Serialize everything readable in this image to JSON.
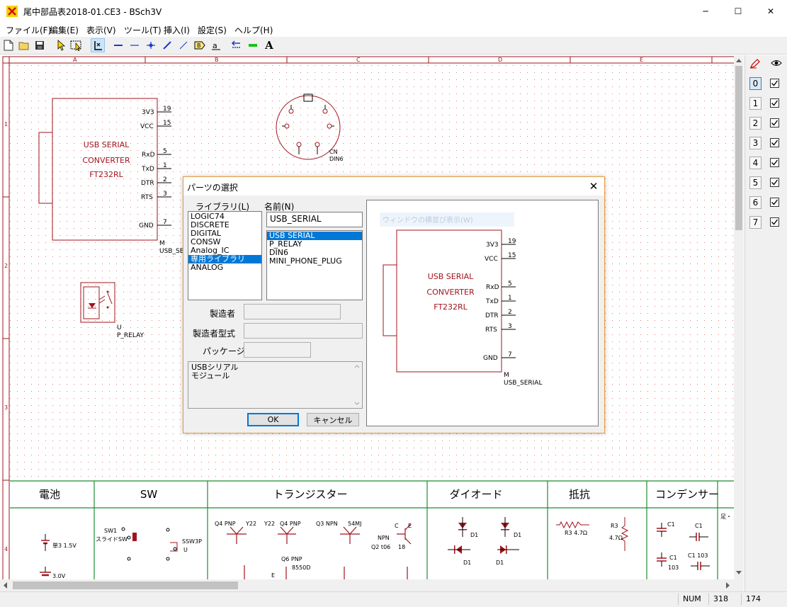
{
  "window": {
    "title": "尾中部品表2018-01.CE3 - BSch3V",
    "minimize_glyph": "─",
    "maximize_glyph": "☐",
    "close_glyph": "✕"
  },
  "menu": {
    "items": [
      "ファイル(F)",
      "編集(E)",
      "表示(V)",
      "ツール(T)",
      "挿入(I)",
      "設定(S)",
      "ヘルプ(H)"
    ]
  },
  "toolbar": {
    "text_tool_glyph": "A",
    "icons": [
      "new-file-icon",
      "open-folder-icon",
      "save-icon",
      "select-arrow-icon",
      "drag-select-icon",
      "part-place-icon",
      "wire-icon",
      "bus-icon",
      "junction-icon",
      "entry-icon",
      "entry2-icon",
      "tag-icon",
      "label-icon",
      "comment-icon",
      "dash-line-icon",
      "marker-icon",
      "text-icon"
    ]
  },
  "schematic": {
    "columns": [
      "A",
      "B",
      "C",
      "D",
      "E"
    ],
    "rows": [
      "1",
      "2",
      "3",
      "4"
    ],
    "usb_part": {
      "lines": [
        "USB SERIAL",
        "CONVERTER",
        "FT232RL"
      ],
      "pins": [
        {
          "name": "3V3",
          "num": "19"
        },
        {
          "name": "VCC",
          "num": "15"
        },
        {
          "name": "RxD",
          "num": "5"
        },
        {
          "name": "TxD",
          "num": "1"
        },
        {
          "name": "DTR",
          "num": "2"
        },
        {
          "name": "RTS",
          "num": "3"
        },
        {
          "name": "GND",
          "num": "7"
        }
      ],
      "ref": "M",
      "name": "USB_SE"
    },
    "din": {
      "ref": "CN",
      "name": "DIN6"
    },
    "relay": {
      "ref": "U",
      "name": "P_RELAY"
    },
    "parts_table": {
      "headers": [
        "電池",
        "SW",
        "トランジスター",
        "ダイオード",
        "抵抗",
        "コンデンサー"
      ],
      "overflow_header": "",
      "battery": [
        "単3  1.5V",
        "3.0V"
      ],
      "sw": [
        "SW1",
        "スライドSW",
        "SSW3P",
        "U"
      ],
      "transistors": [
        "Q4  PNP",
        "Y22",
        "Y22",
        "Q4  PNP",
        "Q3  NPN",
        "54MJ",
        "NPN",
        "Q2  t06",
        "18",
        "C",
        "E",
        "Q6  PNP",
        "8550D",
        "E"
      ],
      "diodes": [
        "D1",
        "D1",
        "D1",
        "D1"
      ],
      "resistors": [
        "R3  4.7Ω",
        "R3",
        "4.7Ω"
      ],
      "capacitors": [
        "C1",
        "C1",
        "C1",
        "103",
        "C1   103"
      ],
      "extra": "足・"
    }
  },
  "layers": {
    "items": [
      "0",
      "1",
      "2",
      "3",
      "4",
      "5",
      "6",
      "7"
    ],
    "selected": "0",
    "visible": [
      true,
      true,
      true,
      true,
      true,
      true,
      true,
      true
    ]
  },
  "status": {
    "mode": "NUM",
    "x": "318",
    "y": "174"
  },
  "dialog": {
    "title": "パーツの選択",
    "close_glyph": "✕",
    "library_label": "ライブラリ(L)",
    "libraries": [
      "LOGIC74",
      "DISCRETE",
      "DIGITAL",
      "CONSW",
      "Analog_IC",
      "専用ライブラリ",
      "ANALOG"
    ],
    "selected_library": "専用ライブラリ",
    "name_label": "名前(N)",
    "name_value": "USB_SERIAL",
    "names": [
      "USB SERIAL",
      "P_RELAY",
      "DIN6",
      "MINI_PHONE_PLUG"
    ],
    "selected_name": "USB SERIAL",
    "manufacturer_label": "製造者",
    "model_label": "製造者型式",
    "package_label": "パッケージ",
    "manufacturer_value": "",
    "model_value": "",
    "package_value": "",
    "note_lines": [
      "USBシリアル",
      "モジュール"
    ],
    "ok_label": "OK",
    "cancel_label": "キャンセル",
    "preview": {
      "ghost_text": "ウィンドウの横並び表示(W)",
      "lines": [
        "USB SERIAL",
        "CONVERTER",
        "FT232RL"
      ],
      "pins": [
        {
          "name": "3V3",
          "num": "19"
        },
        {
          "name": "VCC",
          "num": "15"
        },
        {
          "name": "RxD",
          "num": "5"
        },
        {
          "name": "TxD",
          "num": "1"
        },
        {
          "name": "DTR",
          "num": "2"
        },
        {
          "name": "RTS",
          "num": "3"
        },
        {
          "name": "GND",
          "num": "7"
        }
      ],
      "ref": "M",
      "name": "USB_SERIAL"
    }
  },
  "colors": {
    "part": "#a0141e",
    "table_line": "#1e8c32",
    "grid_dot": "#e27777",
    "selection": "#0078d7"
  }
}
